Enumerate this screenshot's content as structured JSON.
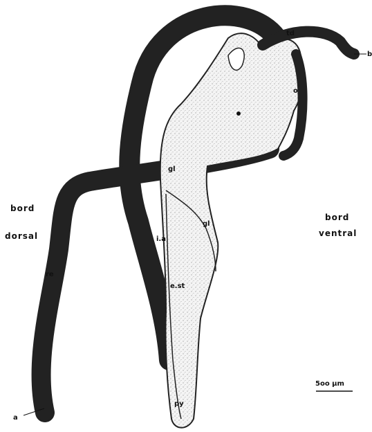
{
  "labels": {
    "b": "b",
    "td": "td",
    "o": "o",
    "gl_upper": "gl",
    "gl_lower": "gl",
    "ia": "i.a",
    "re": "re",
    "est": "e.st",
    "py": "py",
    "a": "a"
  },
  "sides": {
    "dorsal_line1": "bord",
    "dorsal_line2": "dorsal",
    "ventral_line1": "bord",
    "ventral_line2": "ventral"
  },
  "scale_bar": {
    "label": "5oo μm"
  }
}
